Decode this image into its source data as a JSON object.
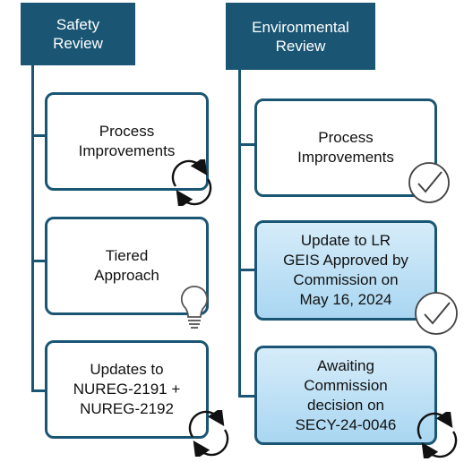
{
  "colors": {
    "header_bg": "#1a5674",
    "border": "#1a5674",
    "highlight_top": "#d6ecf9",
    "highlight_bottom": "#a9d6f2"
  },
  "safety": {
    "header": "Safety\nReview",
    "items": [
      {
        "label": "Process\nImprovements",
        "icon": "cycle-arrows-icon"
      },
      {
        "label": "Tiered\nApproach",
        "icon": "lightbulb-icon"
      },
      {
        "label": "Updates to\nNUREG-2191 +\nNUREG-2192",
        "icon": "cycle-arrows-icon"
      }
    ]
  },
  "environmental": {
    "header": "Environmental\nReview",
    "items": [
      {
        "label": "Process\nImprovements",
        "icon": "checkmark-circle-icon"
      },
      {
        "label": "Update to LR\nGEIS Approved by\nCommission on\nMay 16, 2024",
        "icon": "checkmark-circle-icon"
      },
      {
        "label": "Awaiting\nCommission\ndecision on\nSECY-24-0046",
        "icon": "cycle-arrows-icon"
      }
    ]
  }
}
